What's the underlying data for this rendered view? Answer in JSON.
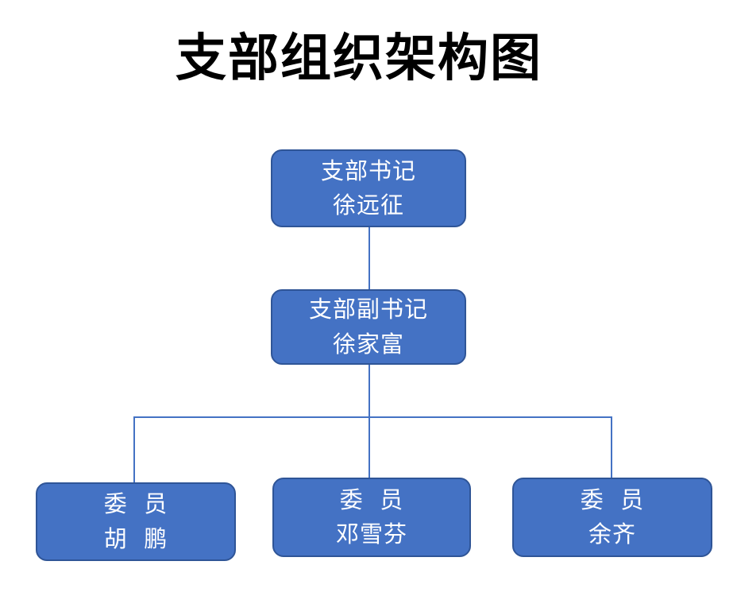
{
  "title": "支部组织架构图",
  "colors": {
    "page_bg": "#ffffff",
    "title_color": "#000000",
    "node_fill": "#4472C4",
    "node_border": "#2F5597",
    "node_text": "#ffffff",
    "connector": "#4472C4"
  },
  "org": {
    "nodes": [
      {
        "id": "secretary",
        "role": "支部书记",
        "name": "徐远征"
      },
      {
        "id": "deputy-secretary",
        "role": "支部副书记",
        "name": "徐家富"
      },
      {
        "id": "member-1",
        "role": "委  员",
        "name": "胡  鹏"
      },
      {
        "id": "member-2",
        "role": "委  员",
        "name": "邓雪芬"
      },
      {
        "id": "member-3",
        "role": "委  员",
        "name": "余齐"
      }
    ]
  }
}
